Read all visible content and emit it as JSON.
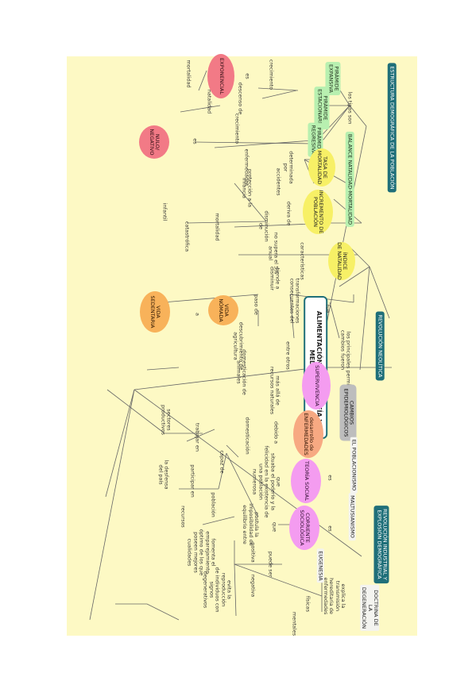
{
  "diagram": {
    "title": "ALIMENTACIÓN, DEMOGRAFÍA Y MEDICINA",
    "sections": {
      "estructura": "ESTRUCTURA DEMOGRÁFICA DE LA POBLACIÓN",
      "neolitica": "REVOLUCIÓN NEOLÍTICA",
      "industrial": "REVOLUCIÓN INDUSTRIAL Y\nEXPLOSIÓN DEMOGRÁFICA"
    },
    "concepts": {
      "piramide_expansiva": "PIRÁMIDE\nEXPANSIVA",
      "piramide_estacionaria": "PIRÁMIDE\nESTACIONARIA",
      "piramide_regresiva": "PIRÁMIDE\nREGRESIVA",
      "balance": "BALANCE NATALIDAD-MORTALIDAD",
      "tasa_mortalidad": "TASA DE\nMORTALIDAD",
      "incremento": "INCREMENTO DE\nPOBLACIÓN",
      "indice_natalidad": "ÍNDICE\nDE NATALIDAD",
      "exponencial": "EXPONENCIAL",
      "nulo": "NULO/\nNEGATIVO",
      "vida_nomada": "VIDA\nNÓMADA",
      "vida_sedentaria": "VIDA\nSEDENTARIA",
      "supervivencia": "SUPERVIVENCIA",
      "desarrollo_enfermedades": "desarrollo de\nENFERMEDADES",
      "cambios_epidemiologicos": "CAMBIOS\nEPIDEMIOLÓGICOS",
      "teoria_social": "TEORÍA SOCIAL",
      "corriente_sociologica": "CORRIENTE\nSOCIOLÓGICA",
      "poblacionismo": "EL POBLACIONISMO",
      "maltusianismo": "MALTUSIANISMO",
      "eugenesia": "EUGENESIA",
      "doctrina": "DOCTRINA DE LA\nDEGENERACIÓN"
    },
    "labels": {
      "los_tipos_son": "los tipos son",
      "crecimiento_top": "crecimiento",
      "es_1": "es",
      "mortalidad_top": "mortalidad",
      "natalidad": "natalidad",
      "descenso_de": "descenso de",
      "crecimiento_mid": "crecimiento",
      "es_2": "es",
      "determinada_por": "determinada\npor",
      "enfermedades": "enfermedades",
      "accidentes": "accidentes",
      "deriva_de": "deriva de",
      "proteccion": "protección a la\ninfancia",
      "disminucion": "disminución\nde",
      "infantil": "infantil",
      "mortalidad_mid": "mortalidad",
      "catastrofica": "catastrófica",
      "caracteristicas": "características",
      "no_supera": "no supera el 5%\nanual",
      "tiende": "tiende a\ndisminuir",
      "fue": "fue",
      "transformaciones": "transformaciones\nconsecuentes del",
      "paso_de": "paso de",
      "a": "a",
      "cambios_fueron": "los principales\ncambios fueron",
      "entre_otros": "entre otros",
      "descubrimiento": "descubrimiento de\nagricultura",
      "domesticacion_animales": "domesticación de\nanimales",
      "permitio_la": "permitió la",
      "mas_alla": "más allá de\nrecursos naturales",
      "debido_a": "debido a",
      "domesticacion": "domesticación",
      "es_3": "es",
      "que_situaba": "que\nsituaba el poderío y la\nfelicidad en la existencia de\nuna población\nnumerosa",
      "capaz_de": "capaz de",
      "trabajar_en": "trabajar en",
      "sectores": "sectores\nproductivos",
      "participar": "participar en",
      "defensa": "la desfensa\ndel país",
      "es_4": "es",
      "que": "que",
      "postula": "postula la\nimposibilidad de\nequilibrio entre",
      "poblacion": "población",
      "recursos": "recursos",
      "puede_ser": "puede ser",
      "positiva": "positiva",
      "fomenta": "fomenta el\nemparejamiento\nóptimo de los que\nposeen mejores\ncualidades",
      "negativa": "negativa",
      "evita": "evita la reproducción\nde individuos con signos\ndegenerativos",
      "explica": "explica la transmisión\nhereditaria de enfermedades",
      "fisicas": "físicas",
      "mentales": "mentales"
    }
  }
}
